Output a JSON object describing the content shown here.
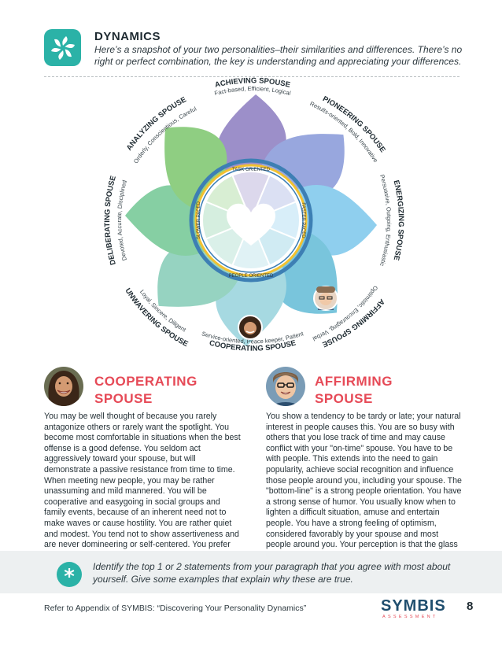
{
  "header": {
    "title": "DYNAMICS",
    "subtitle": "Here’s a snapshot of your two personalities–their similarities and differences. There’s no right or perfect combination, the key is understanding and appreciating your differences.",
    "icon": "pinwheel-icon"
  },
  "wheel": {
    "segments": [
      {
        "name": "ACHIEVING SPOUSE",
        "traits": "Fact-based, Efficient, Logical",
        "color": "#9c8fc9"
      },
      {
        "name": "PIONEERING SPOUSE",
        "traits": "Results-oriented, Bold, Innovative",
        "color": "#98a7de"
      },
      {
        "name": "ENERGIZING SPOUSE",
        "traits": "Persuasive, Outgoing, Enthusiastic",
        "color": "#8fcfee"
      },
      {
        "name": "AFFIRMING SPOUSE",
        "traits": "Optimistic, Encouraging, Verbal",
        "color": "#79c5dc"
      },
      {
        "name": "COOPERATING SPOUSE",
        "traits": "Service-oriented, Peace keeper, Patient",
        "color": "#a6d9e1"
      },
      {
        "name": "UNWAVERING SPOUSE",
        "traits": "Loyal, Sincere, Diligent",
        "color": "#96d3c1"
      },
      {
        "name": "DELIBERATING SPOUSE",
        "traits": "Devoted, Accurate, Disciplined",
        "color": "#86cfa3"
      },
      {
        "name": "ANALYZING SPOUSE",
        "traits": "Orderly, Conscientious, Careful",
        "color": "#8fce82"
      }
    ],
    "inner_labels": {
      "top": "TASK ORIENTED",
      "bottom": "PEOPLE ORIENTED",
      "left": "SLOWER PACED",
      "right": "FASTER PACED"
    },
    "colors": {
      "ring_blue": "#3d7fb4",
      "ring_yellow": "#f2c230"
    }
  },
  "cooperating": {
    "title_line1": "COOPERATING",
    "title_line2": "SPOUSE",
    "body": "You may be well thought of because you rarely antagonize others or rarely want the spotlight. You become most comfortable in situations when the best offense is a good defense. You seldom act aggressively toward your spouse, but will demonstrate a passive resistance from time to time. When meeting new people, you may be rather unassuming and mild mannered. You will be cooperative and easygoing in social groups and family events, because of an inherent need not to make waves or cause hostility. You are rather quiet and modest. You tend not to show assertiveness and are never domineering or self-centered. You prefer your spouse to be in the spotlight rather than yourself."
  },
  "affirming": {
    "title_line1": "AFFIRMING",
    "title_line2": "SPOUSE",
    "body": "You show a tendency to be tardy or late; your natural interest in people causes this. You are so busy with others that you lose track of time and may cause conflict with your \"on-time\" spouse. You have to be with people. This extends into the need to gain popularity, achieve social recognition and influence those people around you, including your spouse. The \"bottom-line\" is a strong people orientation. You have a strong sense of humor. You usually know when to lighten a difficult situation, amuse and entertain people. You have a strong feeling of optimism, considered favorably by your spouse and most people around you. Your perception is that the glass is half-full rather than half-empty."
  },
  "note": {
    "icon_char": "*",
    "text": "Identify the top 1 or 2 statements from your paragraph that you agree with most about yourself. Give some examples that explain why these are true."
  },
  "footer": {
    "text": "Refer to Appendix of SYMBIS: “Discovering Your Personality Dynamics”",
    "logo_main": "SYMBIS",
    "logo_sub": "ASSESSMENT",
    "page": "8"
  },
  "accent_color": "#e64a57",
  "teal_color": "#2bb2a7"
}
